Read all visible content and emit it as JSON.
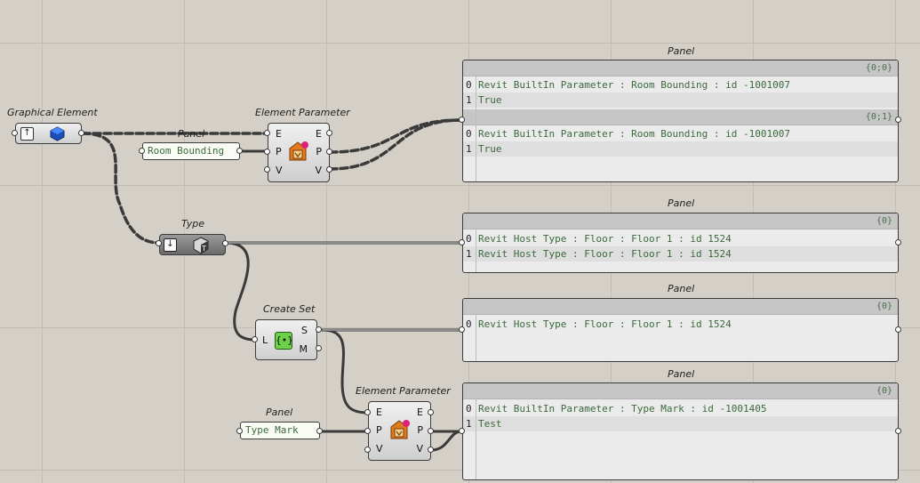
{
  "canvas": {
    "background": "#d4d0c8"
  },
  "components": {
    "graphical_element": {
      "label": "Graphical Element"
    },
    "panel_input_1": {
      "label": "Panel",
      "value": "Room Bounding"
    },
    "element_parameter_1": {
      "label": "Element Parameter",
      "inputs": [
        "E",
        "P",
        "V"
      ],
      "outputs": [
        "E",
        "P",
        "V"
      ]
    },
    "type": {
      "label": "Type"
    },
    "create_set": {
      "label": "Create Set",
      "inputs": [
        "L"
      ],
      "outputs": [
        "S",
        "M"
      ]
    },
    "panel_input_2": {
      "label": "Panel",
      "value": "Type Mark"
    },
    "element_parameter_2": {
      "label": "Element Parameter",
      "inputs": [
        "E",
        "P",
        "V"
      ],
      "outputs": [
        "E",
        "P",
        "V"
      ]
    }
  },
  "panels": [
    {
      "label": "Panel",
      "branches": [
        {
          "path": "{0;0}",
          "items": [
            {
              "index": "0",
              "text": "Revit BuiltIn Parameter : Room Bounding : id -1001007"
            },
            {
              "index": "1",
              "text": "True"
            }
          ]
        },
        {
          "path": "{0;1}",
          "items": [
            {
              "index": "0",
              "text": "Revit BuiltIn Parameter : Room Bounding : id -1001007"
            },
            {
              "index": "1",
              "text": "True"
            }
          ]
        }
      ]
    },
    {
      "label": "Panel",
      "branches": [
        {
          "path": "{0}",
          "items": [
            {
              "index": "0",
              "text": "Revit Host Type : Floor : Floor 1 : id 1524"
            },
            {
              "index": "1",
              "text": "Revit Host Type : Floor : Floor 1 : id 1524"
            }
          ]
        }
      ]
    },
    {
      "label": "Panel",
      "branches": [
        {
          "path": "{0}",
          "items": [
            {
              "index": "0",
              "text": "Revit Host Type : Floor : Floor 1 : id 1524"
            }
          ]
        }
      ]
    },
    {
      "label": "Panel",
      "branches": [
        {
          "path": "{0}",
          "items": [
            {
              "index": "0",
              "text": "Revit BuiltIn Parameter : Type Mark : id -1001405"
            },
            {
              "index": "1",
              "text": "Test"
            }
          ]
        }
      ]
    }
  ]
}
